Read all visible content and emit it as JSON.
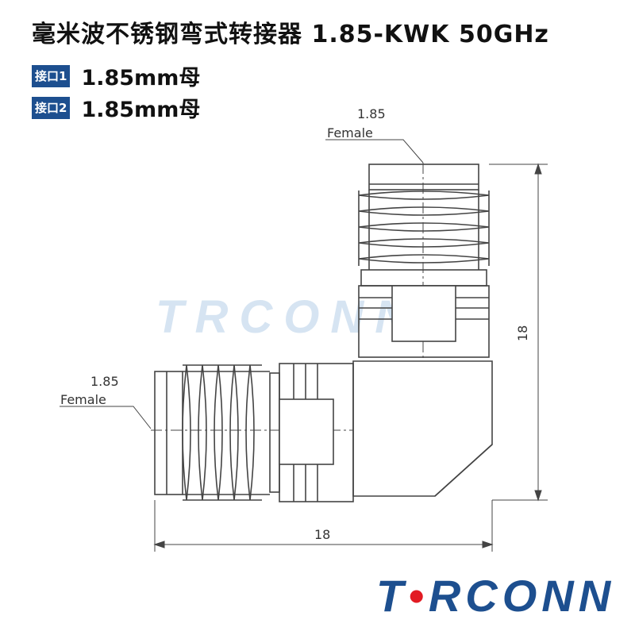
{
  "title": "毫米波不锈钢弯式转接器 1.85-KWK 50GHz",
  "ports": [
    {
      "label": "接口1",
      "value": "1.85mm母"
    },
    {
      "label": "接口2",
      "value": "1.85mm母"
    }
  ],
  "drawing": {
    "top_connector": {
      "size": "1.85",
      "gender": "Female"
    },
    "left_connector": {
      "size": "1.85",
      "gender": "Female"
    },
    "dim_height": "18",
    "dim_width": "18"
  },
  "logo": {
    "text_before": "T",
    "dot": "•",
    "text_after": "RCONN"
  },
  "colors": {
    "brand_blue": "#1d4f8f",
    "brand_red": "#e21b23",
    "watermark": "#d6e4f2"
  }
}
